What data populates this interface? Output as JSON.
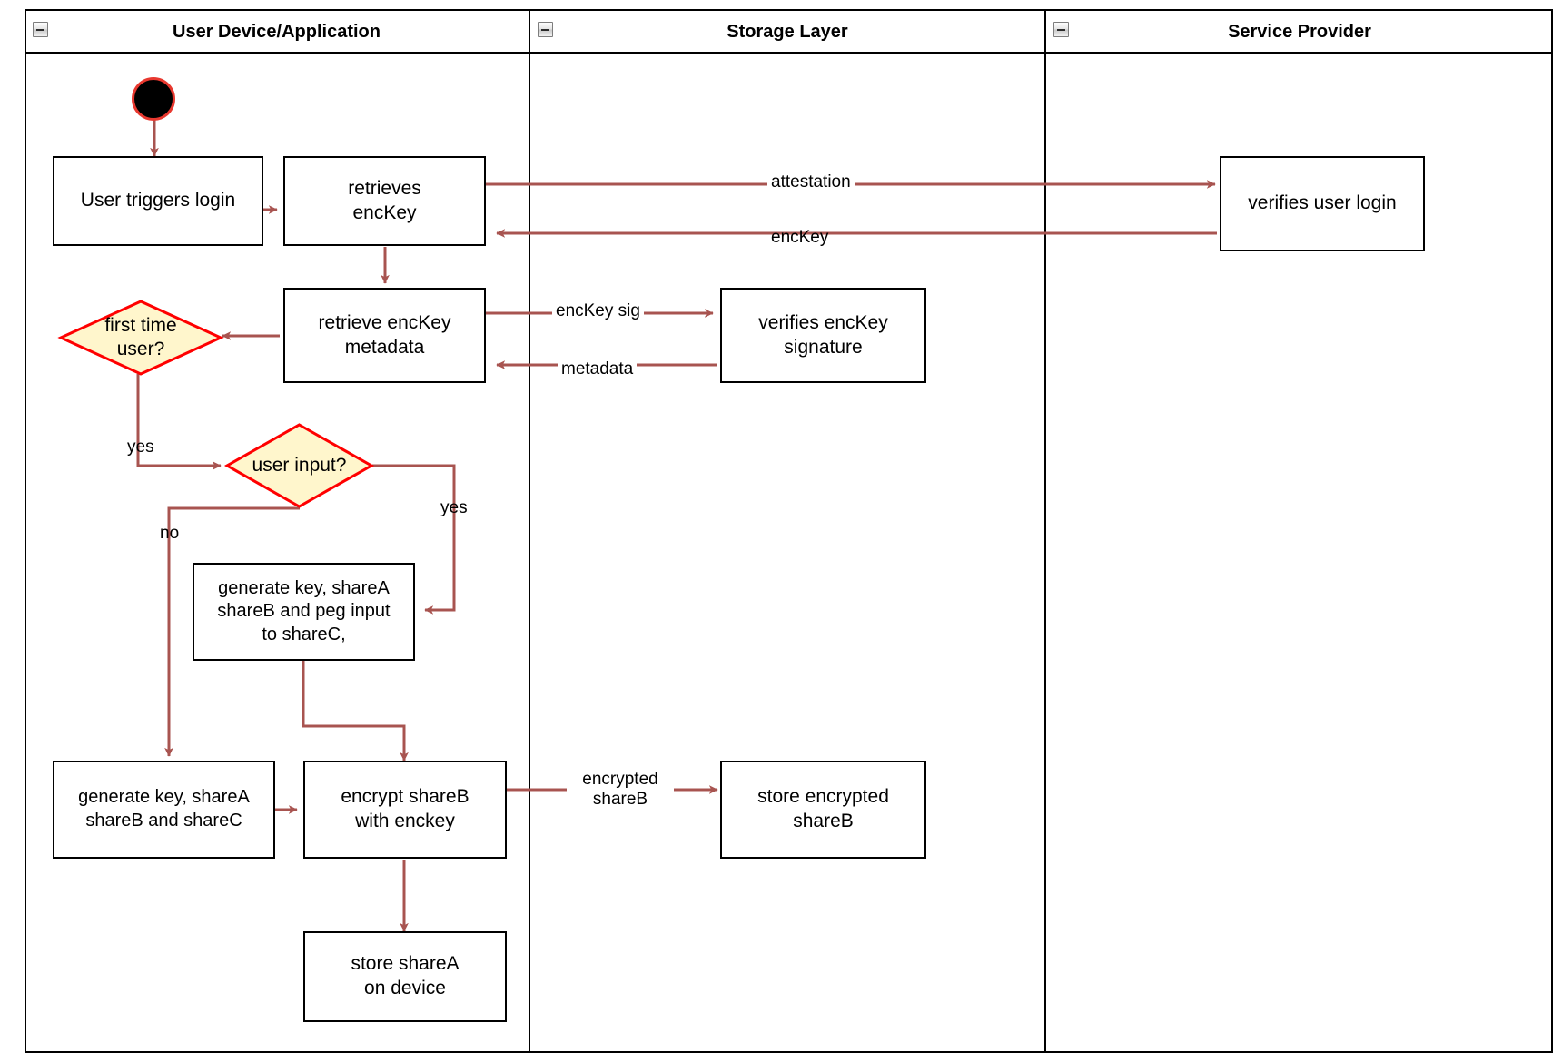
{
  "diagram": {
    "type": "uml-activity-swimlane",
    "title_present": false,
    "colors": {
      "edge": "#a85450",
      "decision_border": "#ff0000",
      "decision_fill": "#fff6cc",
      "node_border": "#000000",
      "node_fill": "#ffffff",
      "lane_border": "#000000",
      "start_fill": "#000000",
      "start_border": "#e8382f",
      "text": "#000000"
    }
  },
  "lanes": [
    {
      "id": "lane-user-device",
      "title": "User Device/Application",
      "collapse_icon": "minus-box-icon"
    },
    {
      "id": "lane-storage",
      "title": "Storage Layer",
      "collapse_icon": "minus-box-icon"
    },
    {
      "id": "lane-service-provider",
      "title": "Service Provider",
      "collapse_icon": "minus-box-icon"
    }
  ],
  "nodes": [
    {
      "id": "start",
      "kind": "initial-node",
      "label": "",
      "lane": "lane-user-device"
    },
    {
      "id": "user-triggers-login",
      "kind": "action",
      "label": "User triggers login",
      "lane": "lane-user-device"
    },
    {
      "id": "retrieves-enckey",
      "kind": "action",
      "label": "retrieves\nencKey",
      "lane": "lane-user-device"
    },
    {
      "id": "retrieve-enckey-metadata",
      "kind": "action",
      "label": "retrieve encKey\nmetadata",
      "lane": "lane-user-device"
    },
    {
      "id": "first-time-user",
      "kind": "decision",
      "label": "first time\nuser?",
      "lane": "lane-user-device"
    },
    {
      "id": "user-input",
      "kind": "decision",
      "label": "user input?",
      "lane": "lane-user-device"
    },
    {
      "id": "generate-peg",
      "kind": "action",
      "label": "generate key, shareA\nshareB and peg input\nto shareC,",
      "lane": "lane-user-device"
    },
    {
      "id": "generate-shares",
      "kind": "action",
      "label": "generate key, shareA\nshareB and shareC",
      "lane": "lane-user-device"
    },
    {
      "id": "encrypt-shareb",
      "kind": "action",
      "label": "encrypt shareB\nwith enckey",
      "lane": "lane-user-device"
    },
    {
      "id": "store-sharea",
      "kind": "action",
      "label": "store shareA\non device",
      "lane": "lane-user-device"
    },
    {
      "id": "verifies-enckey-signature",
      "kind": "action",
      "label": "verifies encKey signature",
      "lane": "lane-storage"
    },
    {
      "id": "store-encrypted-shareb",
      "kind": "action",
      "label": "store encrypted\nshareB",
      "lane": "lane-storage"
    },
    {
      "id": "verifies-user-login",
      "kind": "action",
      "label": "verifies user login",
      "lane": "lane-service-provider"
    }
  ],
  "edges": [
    {
      "id": "e-start",
      "from": "start",
      "to": "user-triggers-login",
      "label": ""
    },
    {
      "id": "e-login-retrieves",
      "from": "user-triggers-login",
      "to": "retrieves-enckey",
      "label": ""
    },
    {
      "id": "e-attestation",
      "from": "retrieves-enckey",
      "to": "verifies-user-login",
      "label": "attestation"
    },
    {
      "id": "e-enckey-back",
      "from": "verifies-user-login",
      "to": "retrieves-enckey",
      "label": "encKey"
    },
    {
      "id": "e-retrieves-metadata",
      "from": "retrieves-enckey",
      "to": "retrieve-enckey-metadata",
      "label": ""
    },
    {
      "id": "e-enckey-sig",
      "from": "retrieve-enckey-metadata",
      "to": "verifies-enckey-signature",
      "label": "encKey sig"
    },
    {
      "id": "e-metadata-back",
      "from": "verifies-enckey-signature",
      "to": "retrieve-enckey-metadata",
      "label": "metadata"
    },
    {
      "id": "e-metadata-first-time",
      "from": "retrieve-enckey-metadata",
      "to": "first-time-user",
      "label": ""
    },
    {
      "id": "e-first-time-yes",
      "from": "first-time-user",
      "to": "user-input",
      "label": "yes"
    },
    {
      "id": "e-user-input-yes",
      "from": "user-input",
      "to": "generate-peg",
      "label": "yes"
    },
    {
      "id": "e-user-input-no",
      "from": "user-input",
      "to": "generate-shares",
      "label": "no"
    },
    {
      "id": "e-peg-encrypt",
      "from": "generate-peg",
      "to": "encrypt-shareb",
      "label": ""
    },
    {
      "id": "e-shares-encrypt",
      "from": "generate-shares",
      "to": "encrypt-shareb",
      "label": ""
    },
    {
      "id": "e-encrypted-shareb",
      "from": "encrypt-shareb",
      "to": "store-encrypted-shareb",
      "label": "encrypted\nshareB"
    },
    {
      "id": "e-encrypt-store-sharea",
      "from": "encrypt-shareb",
      "to": "store-sharea",
      "label": ""
    }
  ],
  "labels": {
    "attestation": "attestation",
    "enckey": "encKey",
    "enckey_sig": "encKey sig",
    "metadata": "metadata",
    "yes_first_time": "yes",
    "yes_user_input": "yes",
    "no_user_input": "no",
    "encrypted_shareb": "encrypted\nshareB"
  }
}
